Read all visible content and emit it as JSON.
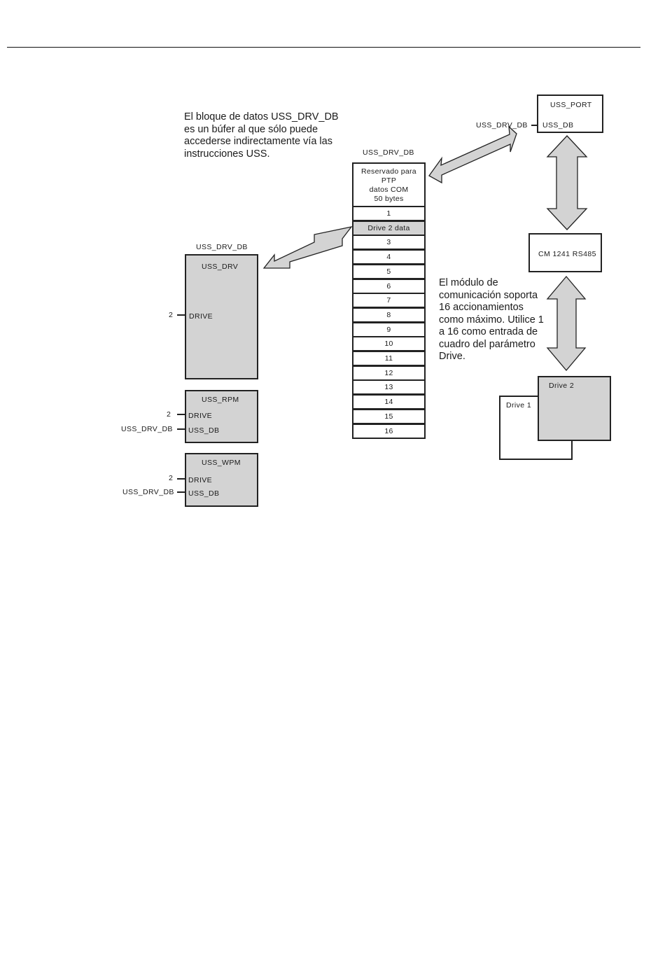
{
  "notes": {
    "left": "El bloque de datos USS_DRV_DB\nes un búfer al que sólo puede\naccederse indirectamente vía las\ninstrucciones USS.",
    "right": "El módulo de\ncomunicación soporta\n16 accionamientos\ncomo máximo. Utilice 1\na 16 como entrada de\ncuadro del parámetro\nDrive."
  },
  "db_column": {
    "label": "USS_DRV_DB",
    "reserved": "Reservado para\nPTP\ndatos COM\n50 bytes",
    "rows": [
      "1",
      "Drive 2 data",
      "3",
      "4",
      "5",
      "6",
      "7",
      "8",
      "9",
      "10",
      "11",
      "12",
      "13",
      "14",
      "15",
      "16"
    ],
    "highlighted_row": "Drive 2 data"
  },
  "uss_drv": {
    "db_label": "USS_DRV_DB",
    "title": "USS_DRV",
    "drive_pin": "DRIVE",
    "drive_value": "2"
  },
  "uss_rpm": {
    "title": "USS_RPM",
    "drive_pin": "DRIVE",
    "drive_value": "2",
    "db_pin": "USS_DB",
    "db_value": "USS_DRV_DB"
  },
  "uss_wpm": {
    "title": "USS_WPM",
    "drive_pin": "DRIVE",
    "drive_value": "2",
    "db_pin": "USS_DB",
    "db_value": "USS_DRV_DB"
  },
  "uss_port": {
    "title": "USS_PORT",
    "db_pin": "USS_DB",
    "db_value": "USS_DRV_DB"
  },
  "cm": {
    "label": "CM 1241 RS485"
  },
  "drives": {
    "drive1": "Drive 1",
    "drive2": "Drive 2"
  },
  "colors": {
    "shade": "#d3d3d3",
    "line": "#222222"
  }
}
